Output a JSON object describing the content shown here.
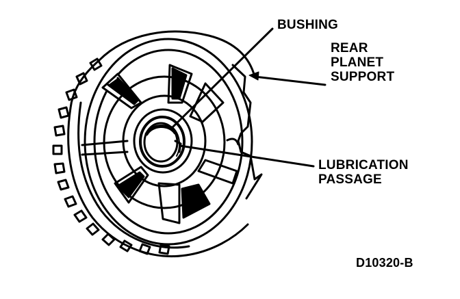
{
  "labels": {
    "bushing": "BUSHING",
    "rear_planet_support": [
      "REAR",
      "PLANET",
      "SUPPORT"
    ],
    "lubrication_passage": [
      "LUBRICATION",
      "PASSAGE"
    ]
  },
  "figure_id": "D10320-B"
}
